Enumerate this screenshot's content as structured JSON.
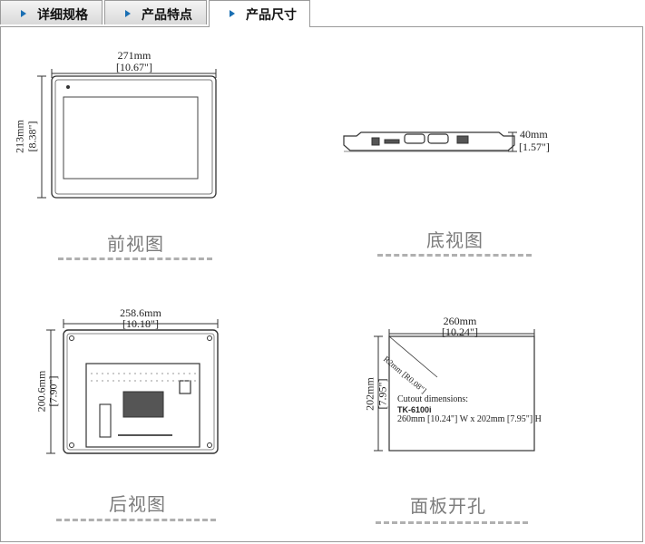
{
  "tabs": [
    {
      "label": "详细规格",
      "active": false
    },
    {
      "label": "产品特点",
      "active": false
    },
    {
      "label": "产品尺寸",
      "active": true
    }
  ],
  "views": {
    "front": {
      "caption": "前视图",
      "width_mm": "271mm",
      "width_in": "[10.67\"]",
      "height_mm": "213mm",
      "height_in": "[8.38\"]"
    },
    "bottom": {
      "caption": "底视图",
      "depth_mm": "40mm",
      "depth_in": "[1.57\"]"
    },
    "rear": {
      "caption": "后视图",
      "width_mm": "258.6mm",
      "width_in": "[10.18\"]",
      "height_mm": "200.6mm",
      "height_in": "[7.90\"]"
    },
    "cutout": {
      "caption": "面板开孔",
      "width_mm": "260mm",
      "width_in": "[10.24\"]",
      "height_mm": "202mm",
      "height_in": "[7.95\"]",
      "radius": "R2mm [R0.08\"]",
      "title": "Cutout dimensions:",
      "model": "TK-6100i",
      "size": "260mm [10.24\"] W x 202mm [7.95\"] H"
    }
  }
}
